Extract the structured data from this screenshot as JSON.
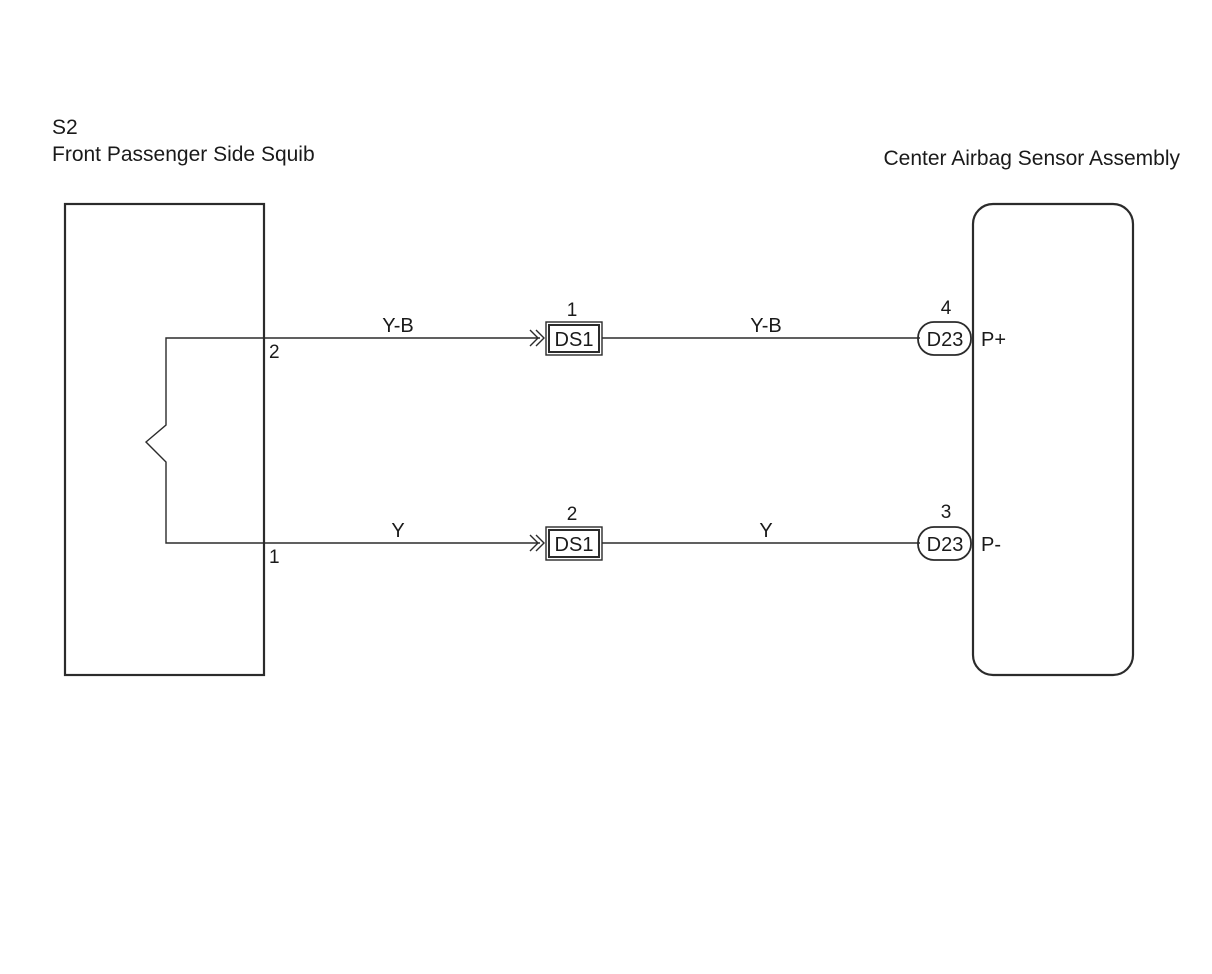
{
  "left_component": {
    "code": "S2",
    "name": "Front Passenger Side Squib",
    "pins": [
      {
        "number": "2"
      },
      {
        "number": "1"
      }
    ]
  },
  "right_component": {
    "name": "Center Airbag Sensor Assembly",
    "terminals": [
      {
        "name": "P+",
        "connector": "D23",
        "pin": "4"
      },
      {
        "name": "P-",
        "connector": "D23",
        "pin": "3"
      }
    ]
  },
  "circuits": [
    {
      "wire_color_left": "Y-B",
      "junction_connector": "DS1",
      "junction_pin": "1",
      "wire_color_right": "Y-B"
    },
    {
      "wire_color_left": "Y",
      "junction_connector": "DS1",
      "junction_pin": "2",
      "wire_color_right": "Y"
    }
  ]
}
